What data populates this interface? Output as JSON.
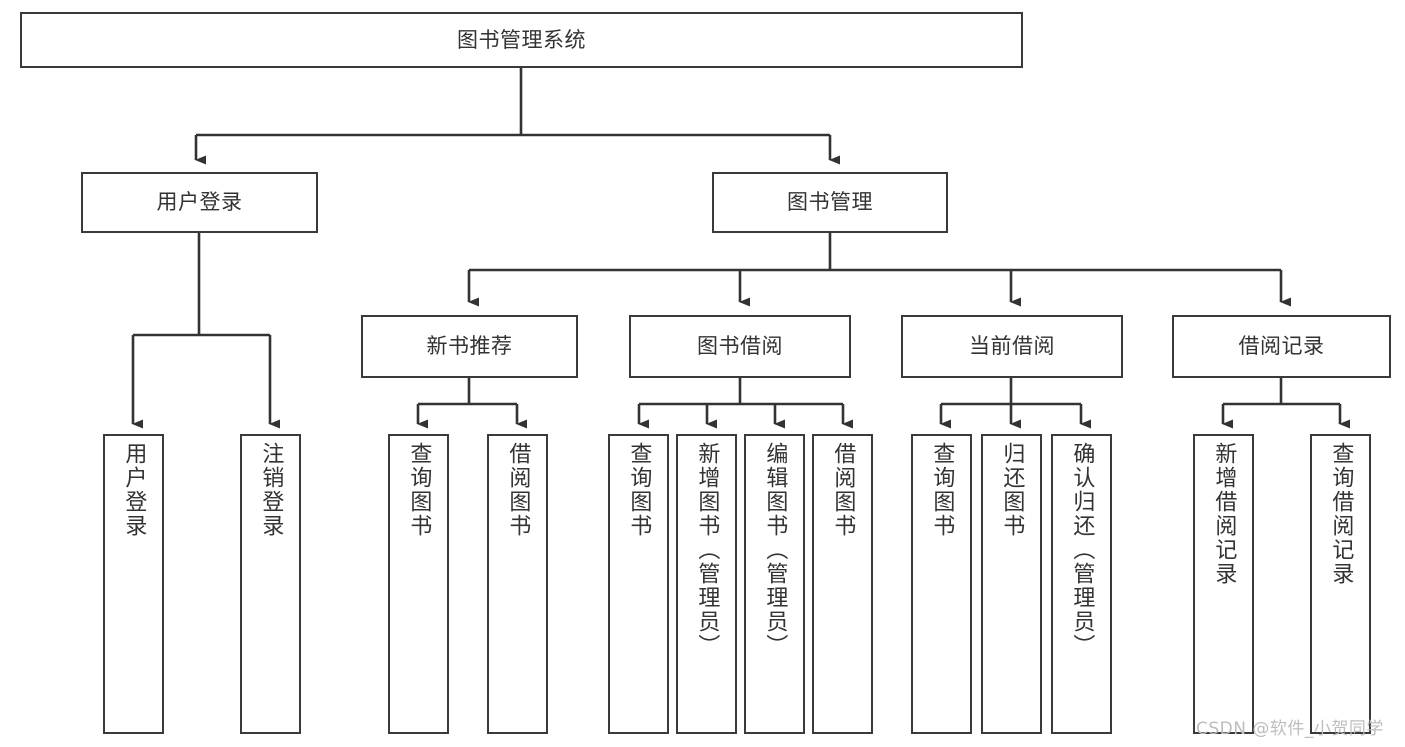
{
  "diagram": {
    "title": "图书管理系统",
    "type": "hierarchy-tree",
    "watermark": "CSDN @软件_小贺同学",
    "colors": {
      "box_border": "#3a3a3a",
      "box_fill": "#ffffff",
      "connector": "#333333",
      "text": "#333333",
      "watermark": "#bdbdbd",
      "background": "#ffffff"
    },
    "levels": {
      "level1": "root",
      "level2": "modules",
      "level3": "sub-modules",
      "level4": "leaf-functions"
    },
    "nodes": {
      "root": {
        "label": "图书管理系统",
        "orientation": "horizontal"
      },
      "level2": [
        {
          "id": "user-login",
          "label": "用户登录",
          "orientation": "horizontal"
        },
        {
          "id": "book-manage",
          "label": "图书管理",
          "orientation": "horizontal"
        }
      ],
      "level3": [
        {
          "id": "new-book-rec",
          "label": "新书推荐",
          "orientation": "horizontal",
          "parent": "book-manage"
        },
        {
          "id": "book-borrow",
          "label": "图书借阅",
          "orientation": "horizontal",
          "parent": "book-manage"
        },
        {
          "id": "current-borrow",
          "label": "当前借阅",
          "orientation": "horizontal",
          "parent": "book-manage"
        },
        {
          "id": "borrow-record",
          "label": "借阅记录",
          "orientation": "horizontal",
          "parent": "book-manage"
        }
      ],
      "leaves": [
        {
          "id": "leaf-user-login",
          "label": "用户登录",
          "parent": "user-login"
        },
        {
          "id": "leaf-user-logout",
          "label": "注销登录",
          "parent": "user-login"
        },
        {
          "id": "leaf-rec-query",
          "label": "查询图书",
          "parent": "new-book-rec"
        },
        {
          "id": "leaf-rec-borrow",
          "label": "借阅图书",
          "parent": "new-book-rec"
        },
        {
          "id": "leaf-borrow-query",
          "label": "查询图书",
          "parent": "book-borrow"
        },
        {
          "id": "leaf-borrow-add",
          "label": "新增图书（管理员）",
          "parent": "book-borrow"
        },
        {
          "id": "leaf-borrow-edit",
          "label": "编辑图书（管理员）",
          "parent": "book-borrow"
        },
        {
          "id": "leaf-borrow-lend",
          "label": "借阅图书",
          "parent": "book-borrow"
        },
        {
          "id": "leaf-current-query",
          "label": "查询图书",
          "parent": "current-borrow"
        },
        {
          "id": "leaf-current-return",
          "label": "归还图书",
          "parent": "current-borrow"
        },
        {
          "id": "leaf-current-confirm",
          "label": "确认归还（管理员）",
          "parent": "current-borrow"
        },
        {
          "id": "leaf-record-add",
          "label": "新增借阅记录",
          "parent": "borrow-record"
        },
        {
          "id": "leaf-record-query",
          "label": "查询借阅记录",
          "parent": "borrow-record"
        }
      ]
    }
  }
}
